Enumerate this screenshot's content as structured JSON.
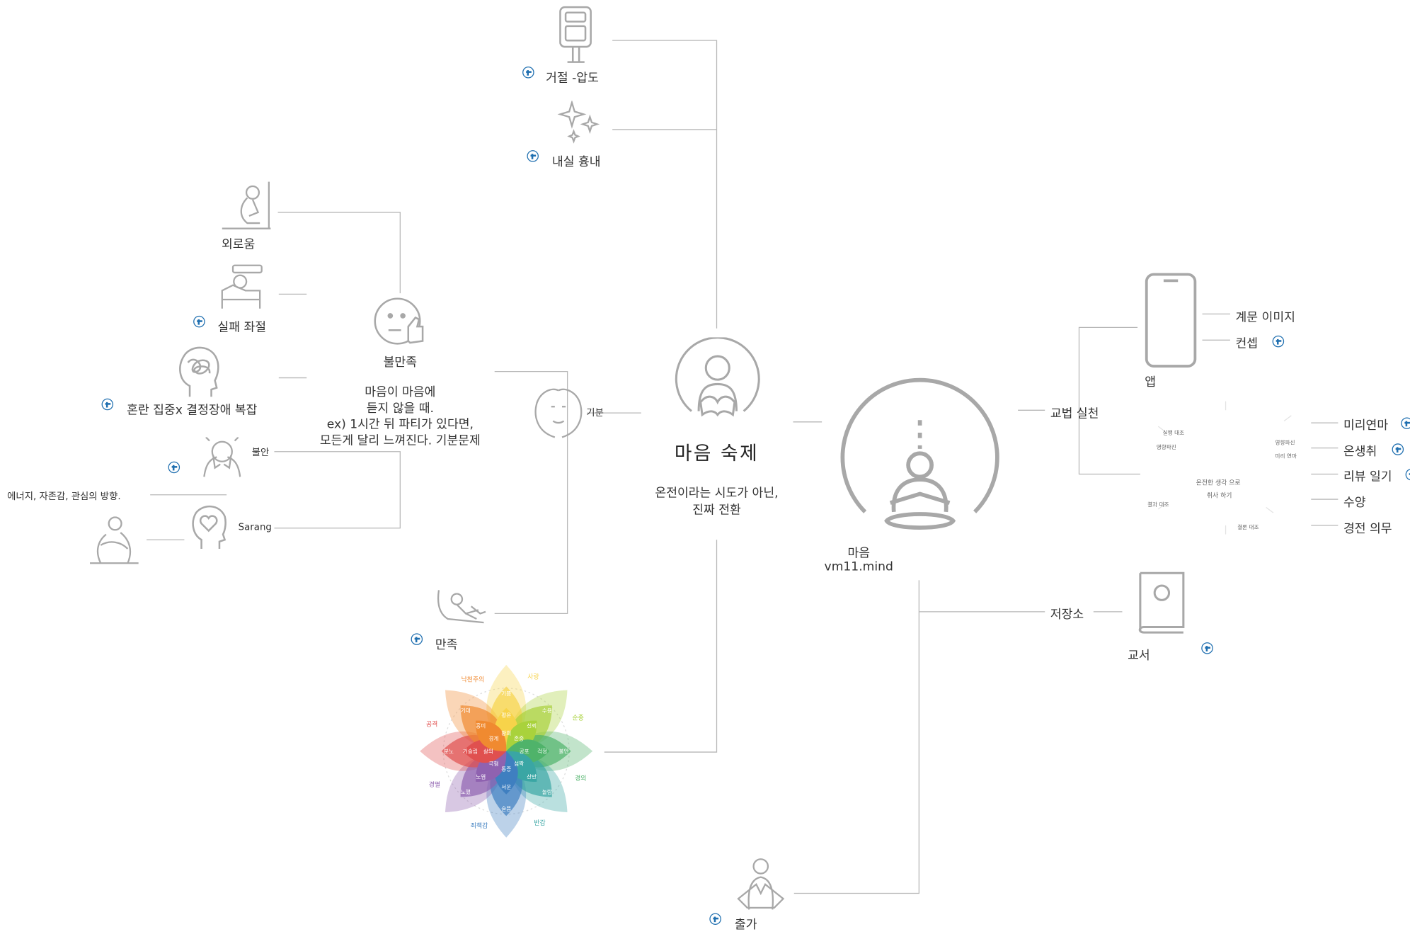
{
  "central": {
    "title": "마음 숙제",
    "subtitle_line1": "온전이라는 시도가 아닌,",
    "subtitle_line2": "진짜 전환"
  },
  "root": {
    "label_line1": "마음",
    "label_line2": "vm11.mind"
  },
  "top_branch": {
    "rejection": "거절 -압도",
    "patience": "내실 흉내"
  },
  "mood_branch": {
    "mood": "기분",
    "dissatisfaction": "불만족",
    "dissatisfaction_note": [
      "마음이 마음에",
      "듣지 않을 때.",
      "ex) 1시간 뒤 파티가 있다면,",
      "모든게 달리 느껴진다. 기분문제"
    ],
    "satisfaction": "만족"
  },
  "left_branch": {
    "loneliness": "외로움",
    "failure": "실패 좌절",
    "confusion": "혼란 집중x 결정장애 복잡",
    "anxiety": "불안",
    "love": "Sarang",
    "energy_note": "에너지, 자존감, 관심의 방향."
  },
  "right_branch": {
    "teaching_practice": "교법 실천",
    "app": "앱",
    "app_items": [
      "계문 이미지",
      "컨셉"
    ],
    "practice_items": [
      "미리연마",
      "온생취",
      "리뷰 일기",
      "수양",
      "경전 의무"
    ],
    "practice_diagram_text": {
      "practice": "실행 대조",
      "check": "영향파진",
      "center_line1": "온전한 생각 으로",
      "center_line2": "취사 하기",
      "apply": "영향파신",
      "practice_research": "미리 연마",
      "left_note": "결과 대조",
      "bottom_note": "결론 대조"
    },
    "storage": "저장소",
    "textbook": "교서"
  },
  "bottom_branch": {
    "renunciation": "출가"
  },
  "emotion_wheel": {
    "outer": [
      "사랑",
      "순종",
      "경외",
      "반감",
      "죄책감",
      "경멸",
      "공격",
      "낙천주의"
    ],
    "middle": [
      "기쁨",
      "수용",
      "불안",
      "놀람",
      "슬픔",
      "노했",
      "분노",
      "기대"
    ],
    "inner": [
      "평온",
      "신뢰",
      "걱정",
      "산만",
      "서운",
      "노엽",
      "거슬림",
      "흥미"
    ],
    "center": [
      "황희",
      "존중",
      "공포",
      "섬짝",
      "통증",
      "극혐",
      "살의",
      "경계"
    ],
    "colors": [
      "#f7d34a",
      "#a9d23c",
      "#4fb36a",
      "#3aa6a4",
      "#3f7fc0",
      "#8f62b0",
      "#e0504f",
      "#f08a30"
    ]
  },
  "colors": {
    "line": "#b7b7b7",
    "icon": "#a8a8a8",
    "plus": "#1f6fb0"
  }
}
